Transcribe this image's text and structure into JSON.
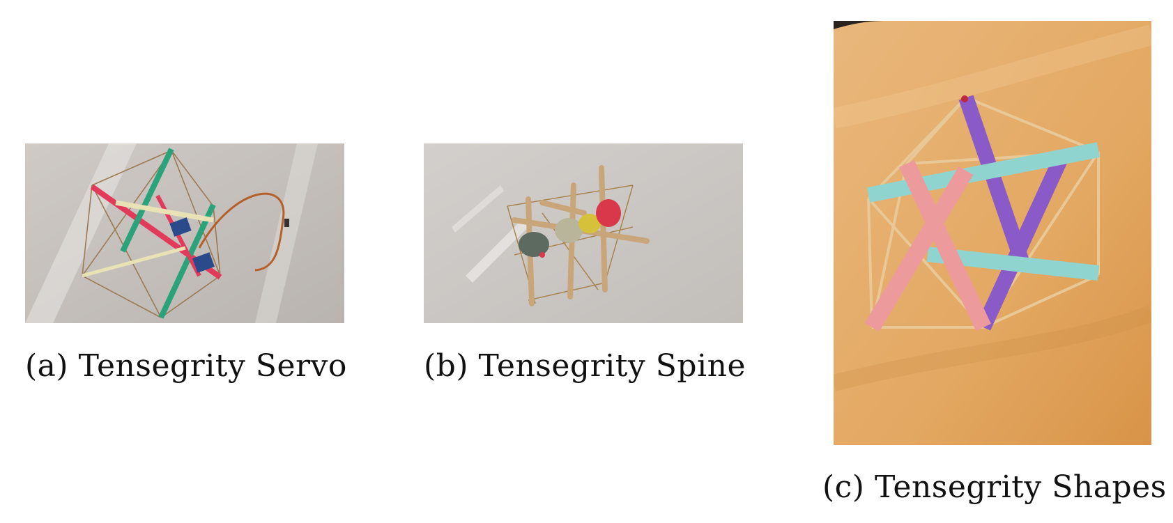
{
  "figure": {
    "subfigures": [
      {
        "id": "a",
        "label": "(a)",
        "caption": "Tensegrity Servo",
        "photo_subject": "tensegrity-servo"
      },
      {
        "id": "b",
        "label": "(b)",
        "caption": "Tensegrity Spine",
        "photo_subject": "tensegrity-spine"
      },
      {
        "id": "c",
        "label": "(c)",
        "caption": "Tensegrity Shapes",
        "photo_subject": "tensegrity-shapes"
      }
    ]
  }
}
